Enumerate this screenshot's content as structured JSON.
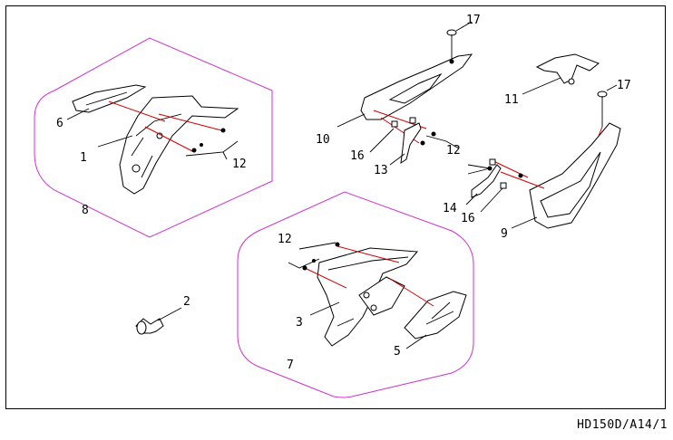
{
  "drawing_code": "HD150D/A14/1",
  "colors": {
    "group_outline": "#cc33cc",
    "alignment_line": "#d20000",
    "ink": "#000000"
  },
  "callouts": {
    "c1": "1",
    "c2": "2",
    "c3": "3",
    "c5": "5",
    "c6": "6",
    "c7": "7",
    "c8": "8",
    "c9": "9",
    "c10": "10",
    "c11": "11",
    "c12a": "12",
    "c12b": "12",
    "c12c": "12",
    "c13": "13",
    "c14": "14",
    "c16a": "16",
    "c16b": "16",
    "c17a": "17",
    "c17b": "17"
  }
}
